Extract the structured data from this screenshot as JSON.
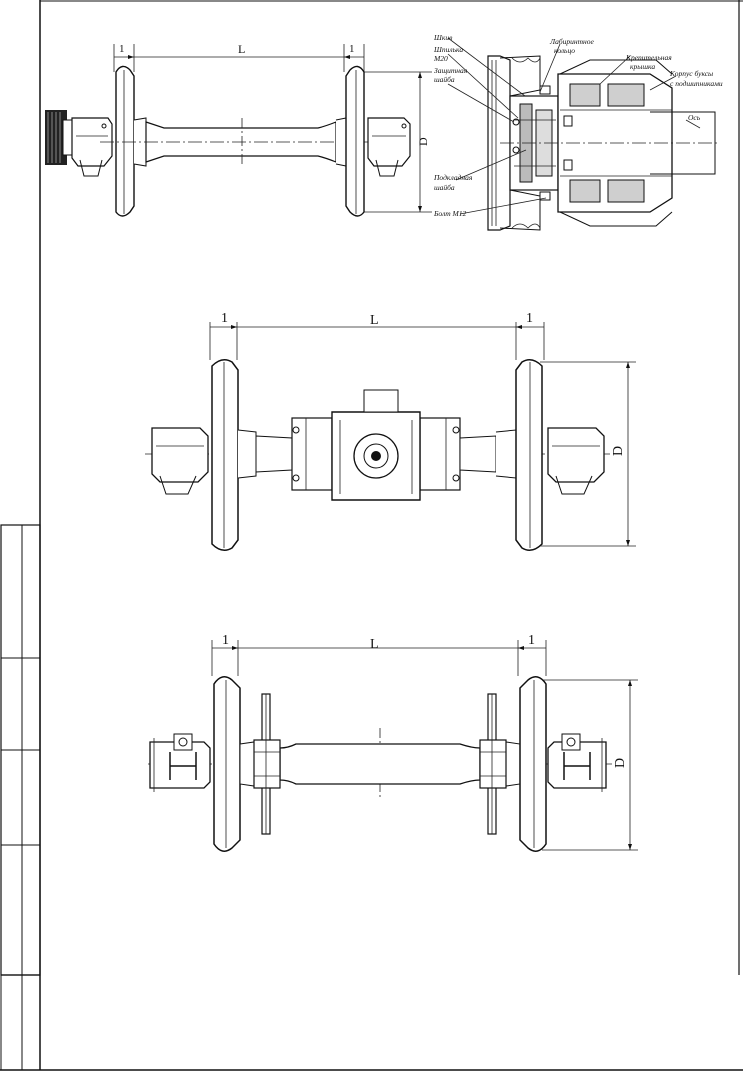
{
  "labels": {
    "pulley": "Шкив",
    "stud_l1": "Шпилька",
    "stud_l2": "М20",
    "prot_l1": "Защитная",
    "prot_l2": "шайба",
    "lab_l1": "Лабиринтное",
    "lab_l2": "кольцо",
    "cover_l1": "Крепительная",
    "cover_l2": "крышка",
    "housing_l1": "Корпус буксы",
    "housing_l2": "с подшипниками",
    "axle": "Ось",
    "lock_l1": "Подкладная",
    "lock_l2": "шайба",
    "bolt": "Болт М12"
  },
  "dimensions": {
    "wheel_flange_width": "1",
    "axle_length": "L",
    "wheel_diameter": "D"
  }
}
